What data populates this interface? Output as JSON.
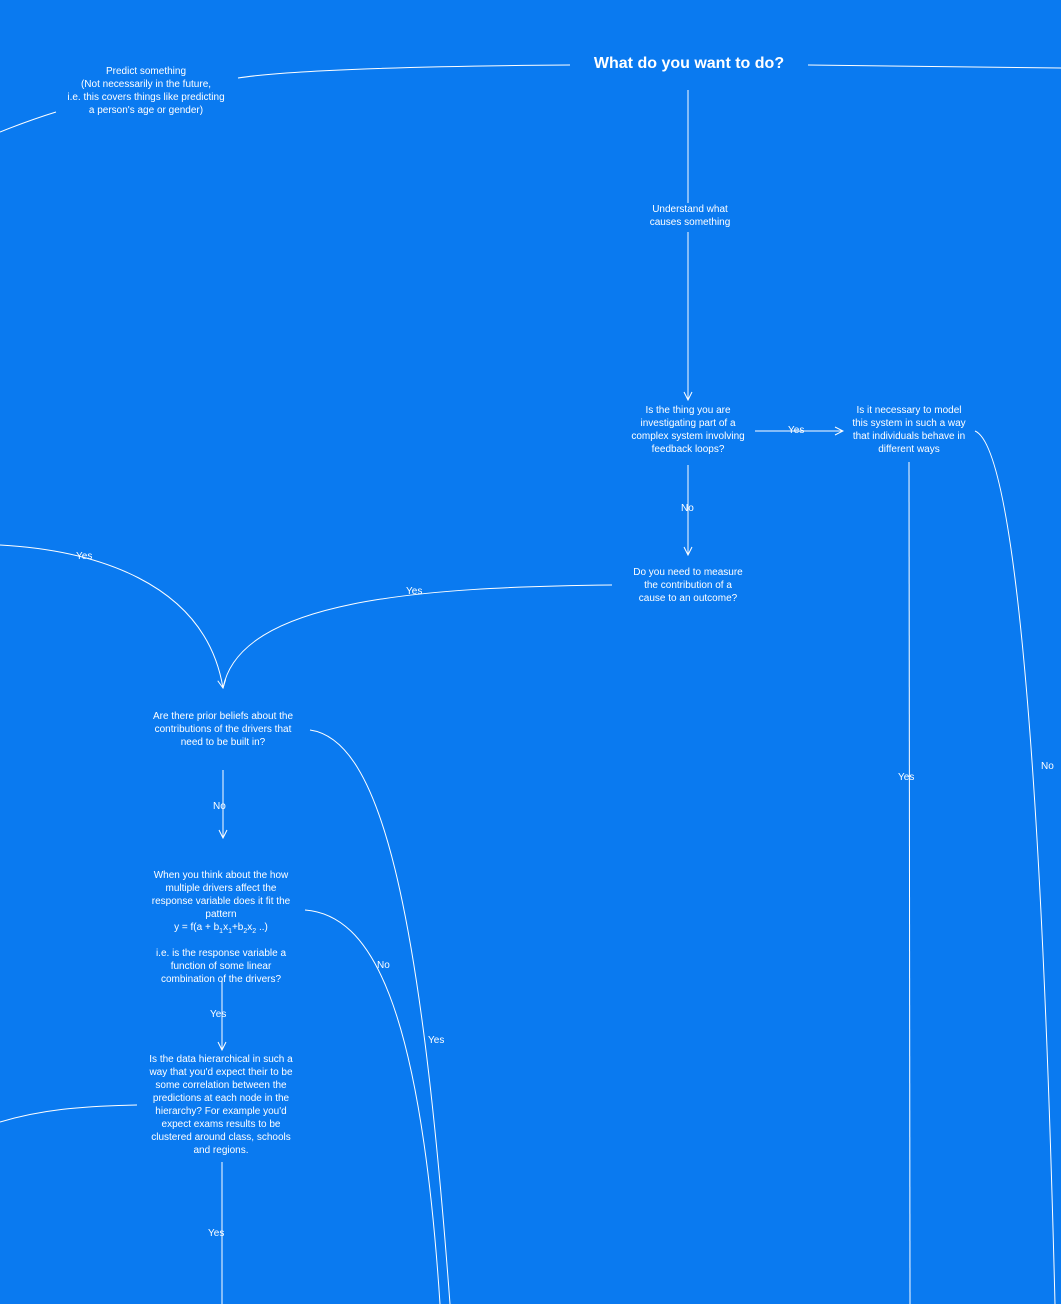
{
  "colors": {
    "background": "#0a7af0",
    "foreground": "#ffffff"
  },
  "title": "What do you want to do?",
  "nodes": {
    "predict": "Predict something\n(Not necessarily in the future,\ni.e. this covers things like predicting\na person's age or gender)",
    "understand": "Understand what\ncauses something",
    "complex_system": "Is the thing you are\ninvestigating part of a\ncomplex system involving\nfeedback loops?",
    "model_individuals": "Is it necessary to model\nthis system in such a way\nthat individuals behave in\ndifferent ways",
    "measure_contribution": "Do you need to measure\nthe contribution of a\ncause to an outcome?",
    "prior_beliefs": "Are there prior beliefs about the\ncontributions of the drivers that\nneed to be built in?",
    "drivers_pattern_intro": "When you think about the how\nmultiple drivers affect the\nresponse variable does it fit the\npattern",
    "formula": {
      "lhs": "y = f(a + b",
      "s1": "1",
      "mid1": "x",
      "s2": "1",
      "mid2": "+b",
      "s3": "2",
      "mid3": "x",
      "s4": "2",
      "rhs": " ..)"
    },
    "drivers_pattern_outro": "i.e. is the response variable a\nfunction of some linear\ncombination of the drivers?",
    "hierarchical": "Is the data hierarchical in such a\nway that you'd expect their to be\nsome correlation between the\npredictions at each node in the\nhierarchy? For example you'd\nexpect exams results to be\nclustered around class, schools\nand regions."
  },
  "edge_labels": {
    "complex_to_individuals": "Yes",
    "complex_to_measure": "No",
    "left_yes": "Yes",
    "measure_yes": "Yes",
    "prior_no": "No",
    "individuals_yes": "Yes",
    "individuals_no": "No",
    "pattern_no": "No",
    "prior_yes": "Yes",
    "pattern_yes": "Yes",
    "hier_yes": "Yes"
  }
}
